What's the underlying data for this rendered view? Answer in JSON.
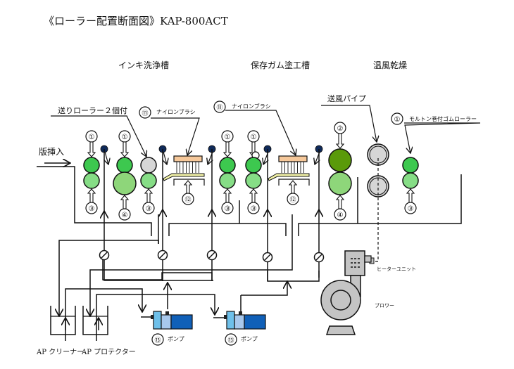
{
  "title": "《ローラー配置断面図》KAP-800ACT",
  "sections": {
    "ink_wash": "インキ洗浄槽",
    "gum_coat": "保存ガム塗工槽",
    "warm_dry": "温風乾燥"
  },
  "labels": {
    "plate_insert": "版挿入",
    "feed_roller": "送りローラー２個付",
    "nylon_brush_1": "ナイロンブラシ",
    "nylon_brush_2": "ナイロンブラシ",
    "air_pipe": "送風パイプ",
    "molton_roller": "モルトン巻付ゴムローラー",
    "heater_unit": "ヒーターユニット",
    "blower": "ブロワー",
    "pump_1": "ポンプ",
    "pump_2": "ポンプ",
    "ap_cleaner": "AP クリーナー",
    "ap_protector": "AP プロテクター"
  },
  "markers": {
    "m1": "①",
    "m2": "②",
    "m3": "③",
    "m4": "④",
    "m11": "⑪",
    "m12": "⑫",
    "m13": "⑬"
  },
  "colors": {
    "roller_dark_green": "#3dc84f",
    "roller_light_green": "#86dd86",
    "roller_large_green": "#8ed67a",
    "roller_olive": "#5a9a0a",
    "roller_gray": "#d6d6d6",
    "spray_nozzle": "#0f2a5a",
    "brush_head": "#f6c89a",
    "brush_plate": "#f2f2a8",
    "pump_motor": "#1060b8",
    "pump_mid": "#a8c8ec",
    "pump_front": "#6ec0ea",
    "blower_gray": "#c4c4c4"
  }
}
